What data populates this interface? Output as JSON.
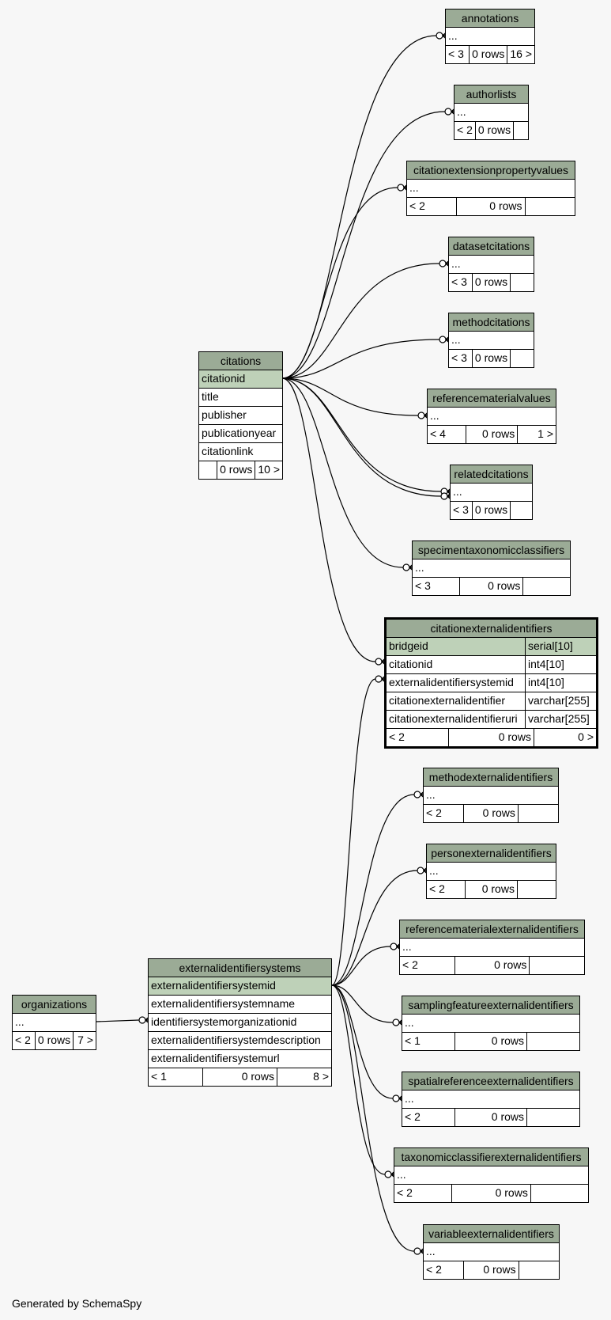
{
  "footer": "Generated by SchemaSpy",
  "tables": [
    {
      "id": "annotations",
      "name": "annotations",
      "rows": [
        {
          "name": "..."
        }
      ],
      "parents": "< 3",
      "rowcount": "0 rows",
      "children": "16 >"
    },
    {
      "id": "authorlists",
      "name": "authorlists",
      "rows": [
        {
          "name": "..."
        }
      ],
      "parents": "< 2",
      "rowcount": "0 rows",
      "children": ""
    },
    {
      "id": "citationextensionpropertyvalues",
      "name": "citationextensionpropertyvalues",
      "rows": [
        {
          "name": "..."
        }
      ],
      "parents": "< 2",
      "rowcount": "0 rows",
      "children": ""
    },
    {
      "id": "datasetcitations",
      "name": "datasetcitations",
      "rows": [
        {
          "name": "..."
        }
      ],
      "parents": "< 3",
      "rowcount": "0 rows",
      "children": ""
    },
    {
      "id": "methodcitations",
      "name": "methodcitations",
      "rows": [
        {
          "name": "..."
        }
      ],
      "parents": "< 3",
      "rowcount": "0 rows",
      "children": ""
    },
    {
      "id": "referencematerialvalues",
      "name": "referencematerialvalues",
      "rows": [
        {
          "name": "..."
        }
      ],
      "parents": "< 4",
      "rowcount": "0 rows",
      "children": "1 >"
    },
    {
      "id": "relatedcitations",
      "name": "relatedcitations",
      "rows": [
        {
          "name": "..."
        }
      ],
      "parents": "< 3",
      "rowcount": "0 rows",
      "children": ""
    },
    {
      "id": "specimentaxonomicclassifiers",
      "name": "specimentaxonomicclassifiers",
      "rows": [
        {
          "name": "..."
        }
      ],
      "parents": "< 3",
      "rowcount": "0 rows",
      "children": ""
    },
    {
      "id": "citations",
      "name": "citations",
      "rows": [
        {
          "name": "citationid",
          "pk": true
        },
        {
          "name": "title"
        },
        {
          "name": "publisher"
        },
        {
          "name": "publicationyear"
        },
        {
          "name": "citationlink"
        }
      ],
      "parents": "",
      "rowcount": "0 rows",
      "children": "10 >"
    },
    {
      "id": "citationexternalidentifiers",
      "name": "citationexternalidentifiers",
      "focus": true,
      "rows": [
        {
          "name": "bridgeid",
          "type": "serial[10]",
          "pk": true
        },
        {
          "name": "citationid",
          "type": "int4[10]"
        },
        {
          "name": "externalidentifiersystemid",
          "type": "int4[10]"
        },
        {
          "name": "citationexternalidentifier",
          "type": "varchar[255]"
        },
        {
          "name": "citationexternalidentifieruri",
          "type": "varchar[255]"
        }
      ],
      "parents": "< 2",
      "rowcount": "0 rows",
      "children": "0 >"
    },
    {
      "id": "methodexternalidentifiers",
      "name": "methodexternalidentifiers",
      "rows": [
        {
          "name": "..."
        }
      ],
      "parents": "< 2",
      "rowcount": "0 rows",
      "children": ""
    },
    {
      "id": "personexternalidentifiers",
      "name": "personexternalidentifiers",
      "rows": [
        {
          "name": "..."
        }
      ],
      "parents": "< 2",
      "rowcount": "0 rows",
      "children": ""
    },
    {
      "id": "referencematerialexternalidentifiers",
      "name": "referencematerialexternalidentifiers",
      "rows": [
        {
          "name": "..."
        }
      ],
      "parents": "< 2",
      "rowcount": "0 rows",
      "children": ""
    },
    {
      "id": "samplingfeatureexternalidentifiers",
      "name": "samplingfeatureexternalidentifiers",
      "rows": [
        {
          "name": "..."
        }
      ],
      "parents": "< 1",
      "rowcount": "0 rows",
      "children": ""
    },
    {
      "id": "spatialreferenceexternalidentifiers",
      "name": "spatialreferenceexternalidentifiers",
      "rows": [
        {
          "name": "..."
        }
      ],
      "parents": "< 2",
      "rowcount": "0 rows",
      "children": ""
    },
    {
      "id": "taxonomicclassifierexternalidentifiers",
      "name": "taxonomicclassifierexternalidentifiers",
      "rows": [
        {
          "name": "..."
        }
      ],
      "parents": "< 2",
      "rowcount": "0 rows",
      "children": ""
    },
    {
      "id": "variableexternalidentifiers",
      "name": "variableexternalidentifiers",
      "rows": [
        {
          "name": "..."
        }
      ],
      "parents": "< 2",
      "rowcount": "0 rows",
      "children": ""
    },
    {
      "id": "externalidentifiersystems",
      "name": "externalidentifiersystems",
      "rows": [
        {
          "name": "externalidentifiersystemid",
          "pk": true
        },
        {
          "name": "externalidentifiersystemname"
        },
        {
          "name": "identifiersystemorganizationid"
        },
        {
          "name": "externalidentifiersystemdescription"
        },
        {
          "name": "externalidentifiersystemurl"
        }
      ],
      "parents": "< 1",
      "rowcount": "0 rows",
      "children": "8 >"
    },
    {
      "id": "organizations",
      "name": "organizations",
      "rows": [
        {
          "name": "..."
        }
      ],
      "parents": "< 2",
      "rowcount": "0 rows",
      "children": "7 >"
    }
  ]
}
